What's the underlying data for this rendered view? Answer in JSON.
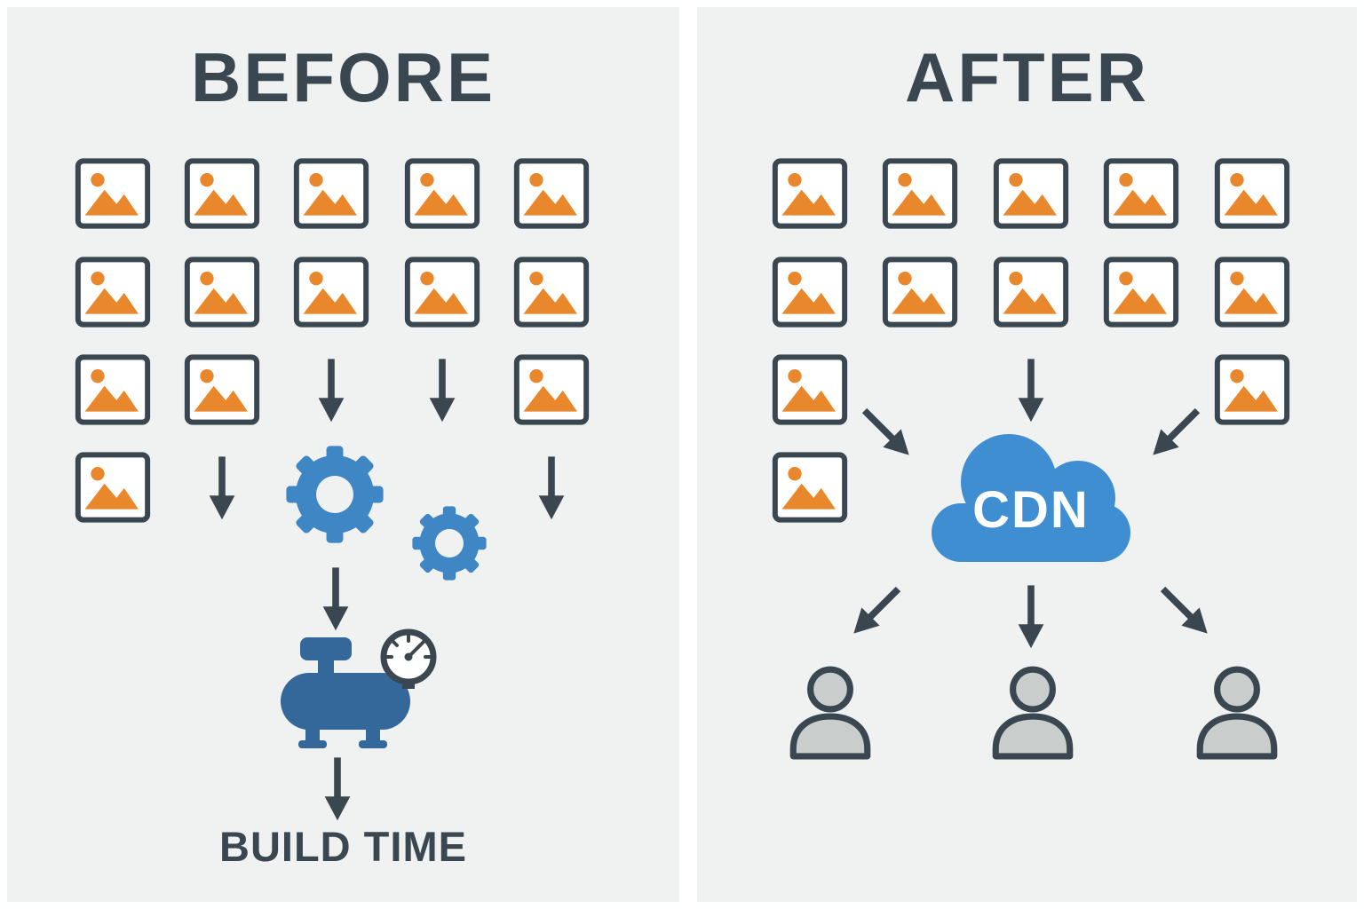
{
  "colors": {
    "page_background": "#ffffff",
    "panel_background": "#f0f2f1",
    "dark": "#3a4750",
    "orange": "#e8872c",
    "gear_blue": "#3f86c4",
    "machine_blue": "#35689a",
    "cloud_blue": "#3f8ed2",
    "user_gray": "#c9cdcb",
    "icon_background": "#ffffff"
  },
  "icons": {
    "image": "image-thumbnail-icon",
    "arrow": "down-arrow-icon",
    "gear": "gear-icon",
    "machine": "compressor-machine-icon",
    "gauge": "gauge-icon",
    "cloud": "cdn-cloud-icon",
    "user": "user-icon"
  },
  "before": {
    "title": "BEFORE",
    "grid": [
      [
        "image",
        "image",
        "image",
        "image",
        "image"
      ],
      [
        "image",
        "image",
        "image",
        "image",
        "image"
      ],
      [
        "image",
        "image",
        "arrow",
        "arrow",
        "image"
      ],
      [
        "image",
        "arrow",
        "none",
        "none",
        "arrow"
      ]
    ],
    "result_label": "BUILD TIME"
  },
  "after": {
    "title": "AFTER",
    "grid": [
      [
        "image",
        "image",
        "image",
        "image",
        "image"
      ],
      [
        "image",
        "image",
        "image",
        "image",
        "image"
      ],
      [
        "image",
        "none",
        "arrow",
        "none",
        "image"
      ],
      [
        "image",
        "none",
        "none",
        "none",
        "none"
      ]
    ],
    "cloud_label": "CDN",
    "users_count": 3
  }
}
